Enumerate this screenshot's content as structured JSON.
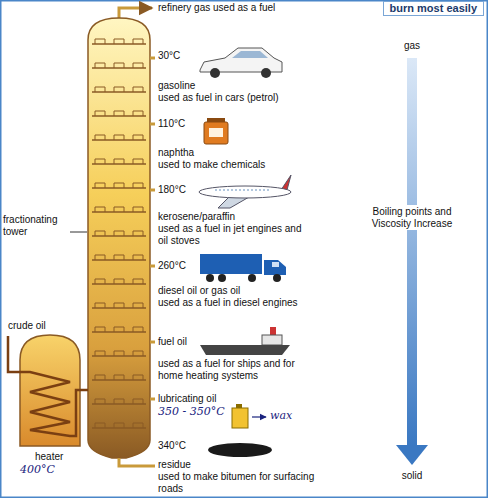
{
  "diagram": {
    "nodes": [
      {
        "text": [
          "burn most easily"
        ]
      }
    ],
    "labels": [
      "refinery gas used as a fuel",
      "30°C",
      "gasoline",
      "used as fuel in cars (petrol)",
      "110°C",
      "naphtha",
      "used to make chemicals",
      "fractionating tower",
      "180°C",
      "kerosene/paraffin",
      "used as a fuel in jet engines and oil stoves",
      "260°C",
      "diesel oil or gas oil",
      "used as a fuel in diesel engines",
      "crude oil",
      "fuel oil",
      "used as a fuel for ships and for home heating systems",
      "lubricating oil",
      "350 - 350°C",
      "wax",
      "heater",
      "400°C",
      "340°C",
      "residue",
      "used to make bitumen for surfacing roads",
      "gas",
      "Boiling points and Viscosity Increase",
      "solid"
    ]
  }
}
